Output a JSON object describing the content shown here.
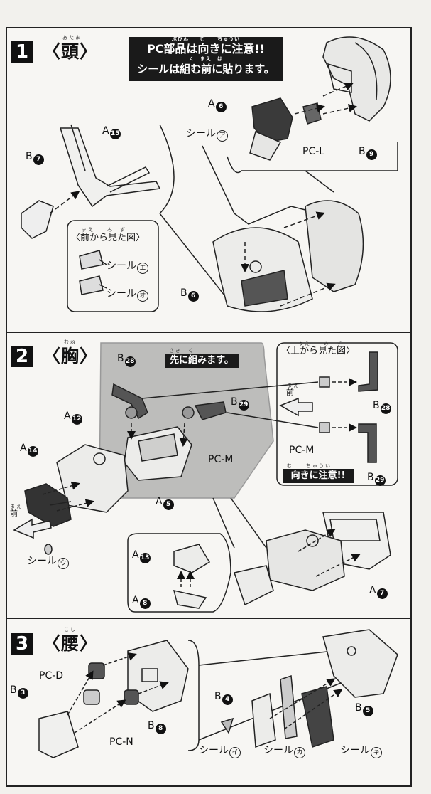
{
  "step1": {
    "number": "1",
    "title": "〈頭〉",
    "title_ruby": "あたま",
    "note_line1": "PC部品は向きに注意!!",
    "note_line2": "シールは組む前に貼ります。",
    "note_ruby1": "ぶひん　　む　　ちゅうい",
    "note_ruby2": "く　まえ　は",
    "view_title": "〈前から見た図〉",
    "view_ruby": "まえ　　み　ず",
    "labels": {
      "a6": "A",
      "a6_num": "6",
      "seal_a": "シール",
      "seal_a_kana": "ア",
      "pcl": "PC-L",
      "b9": "B",
      "b9_num": "9",
      "a15": "A",
      "a15_num": "15",
      "b7": "B",
      "b7_num": "7",
      "seal_e": "シール",
      "seal_e_kana": "エ",
      "seal_o": "シール",
      "seal_o_kana": "オ",
      "b6": "B",
      "b6_num": "6"
    }
  },
  "step2": {
    "number": "2",
    "title": "〈胸〉",
    "title_ruby": "むね",
    "pre_note": "先に組みます。",
    "pre_note_ruby": "さき　く",
    "view_title": "〈上から見た図〉",
    "view_ruby": "うえ　　み　ず",
    "caution": "向きに注意!!",
    "caution_ruby": "む　　ちゅうい",
    "front": "前",
    "front_ruby": "まえ",
    "labels": {
      "b28": "B",
      "b28_num": "28",
      "b29": "B",
      "b29_num": "29",
      "pcm1": "PC-M",
      "pcm2": "PC-M",
      "a5": "A",
      "a5_num": "5",
      "a12": "A",
      "a12_num": "12",
      "a14": "A",
      "a14_num": "14",
      "seal_u": "シール",
      "seal_u_kana": "ウ",
      "a13": "A",
      "a13_num": "13",
      "a8": "A",
      "a8_num": "8",
      "a7": "A",
      "a7_num": "7",
      "b28v": "B",
      "b28v_num": "28",
      "b29v": "B",
      "b29v_num": "29"
    }
  },
  "step3": {
    "number": "3",
    "title": "〈腰〉",
    "title_ruby": "こし",
    "labels": {
      "pcd": "PC-D",
      "b3": "B",
      "b3_num": "3",
      "pcn": "PC-N",
      "b8": "B",
      "b8_num": "8",
      "b4": "B",
      "b4_num": "4",
      "b5": "B",
      "b5_num": "5",
      "seal_i": "シール",
      "seal_i_kana": "イ",
      "seal_ka": "シール",
      "seal_ka_kana": "カ",
      "seal_ki": "シール",
      "seal_ki_kana": "キ"
    }
  }
}
